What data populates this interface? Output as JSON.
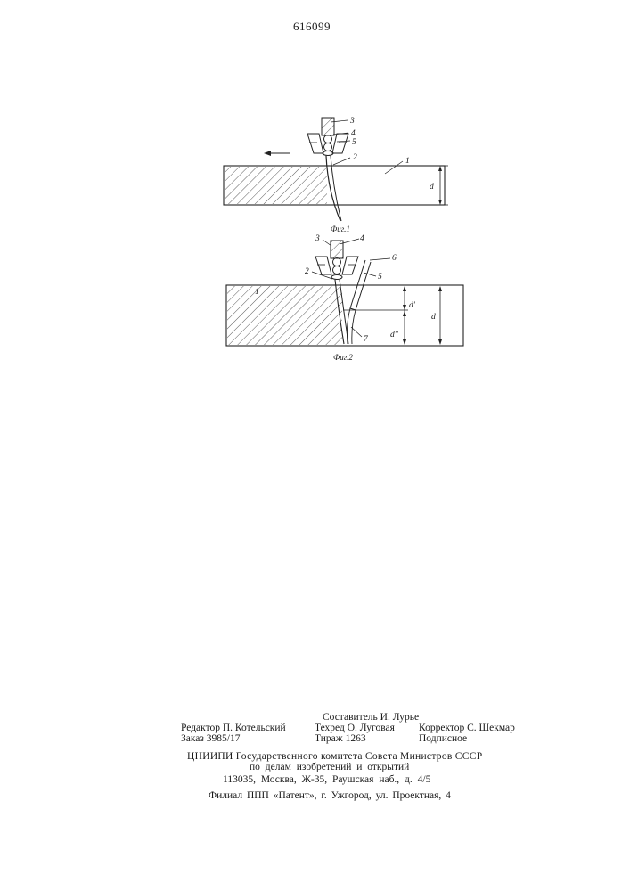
{
  "patent_number": "616099",
  "figures": [
    {
      "caption": "Фиг.1",
      "labels": [
        "3",
        "4",
        "5",
        "2",
        "1",
        "d"
      ]
    },
    {
      "caption": "Фиг.2",
      "labels": [
        "3",
        "4",
        "2",
        "5",
        "6",
        "1",
        "d'",
        "d",
        "d''",
        "7"
      ]
    }
  ],
  "imprint": {
    "compiler": "Составитель И. Лурье",
    "editor": "Редактор П. Котельский",
    "techred": "Техред О. Луговая",
    "corrector": "Корректор С. Шекмар",
    "order": "Заказ 3985/17",
    "circulation": "Тираж 1263",
    "subscription": "Подписное",
    "institute_line1": "ЦНИИПИ Государственного комитета Совета Министров СССР",
    "institute_line2": "по делам изобретений и открытий",
    "address": "113035, Москва, Ж-35, Раушская наб., д. 4/5",
    "branch": "Филиал ППП «Патент», г. Ужгород, ул. Проектная, 4"
  }
}
